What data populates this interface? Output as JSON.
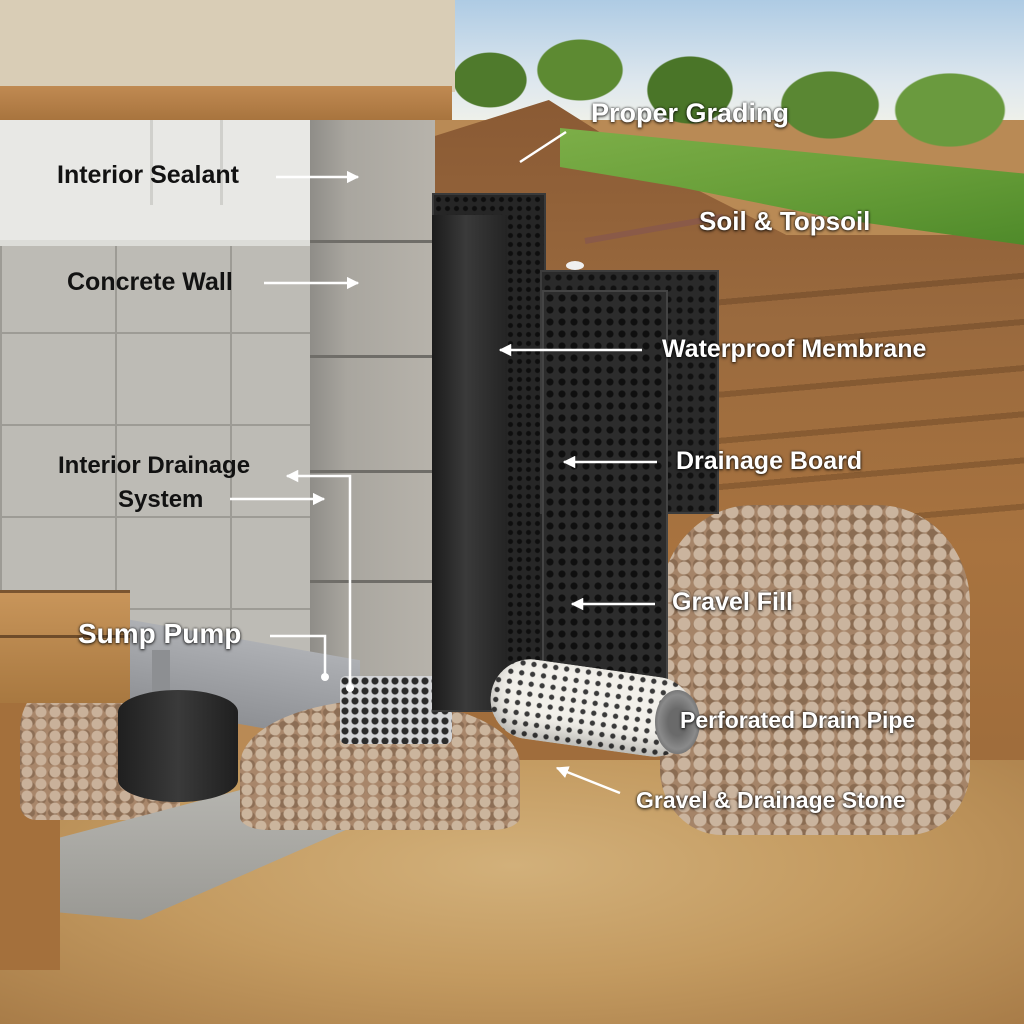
{
  "diagram": {
    "subject": "Foundation waterproofing and drainage cross-section",
    "colors": {
      "dark_label": "#121212",
      "light_label": "#ffffff",
      "leader_line": "#ffffff",
      "soil": "#9a6a3e",
      "grass": "#6aa03a",
      "membrane": "#2a2a2a",
      "concrete": "#bdbbb5",
      "sealant": "#e8e8e5"
    },
    "labels": {
      "interior_sealant": "Interior Sealant",
      "concrete_wall": "Concrete Wall",
      "interior_drainage_line1": "Interior Drainage",
      "interior_drainage_line2": "System",
      "sump_pump": "Sump Pump",
      "proper_grading": "Proper Grading",
      "soil_topsoil": "Soil & Topsoil",
      "waterproof_membrane": "Waterproof Membrane",
      "drainage_board": "Drainage Board",
      "gravel_fill": "Gravel Fill",
      "perforated_drain_pipe": "Perforated Drain Pipe",
      "gravel_drainage_stone": "Gravel & Drainage Stone"
    }
  }
}
